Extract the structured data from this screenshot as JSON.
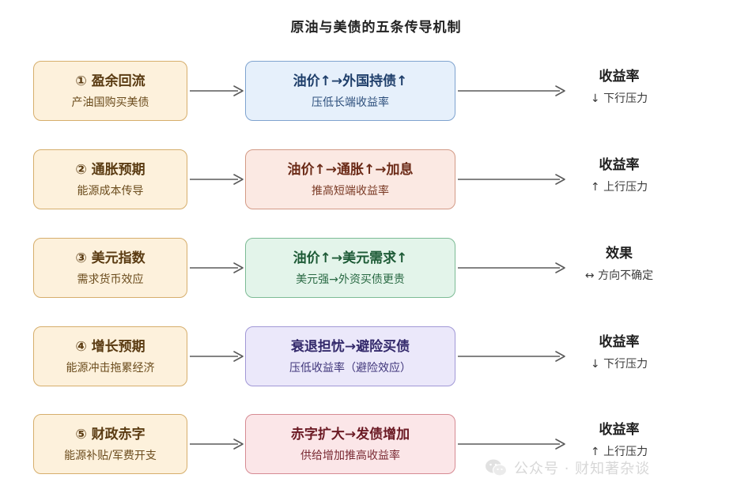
{
  "title": "原油与美债的五条传导机制",
  "rows": [
    {
      "left_title": "① 盈余回流",
      "left_sub": "产油国购买美债",
      "mid_title": "油价↑→外国持债↑",
      "mid_sub": "压低长端收益率",
      "mid_bg": "#e6f0fb",
      "mid_border": "#7fa3cf",
      "mid_title_color": "#1f3f6b",
      "mid_sub_color": "#2d4f7c",
      "out_title": "收益率",
      "out_sub": "↓ 下行压力"
    },
    {
      "left_title": "② 通胀预期",
      "left_sub": "能源成本传导",
      "mid_title": "油价↑→通胀↑→加息",
      "mid_sub": "推高短端收益率",
      "mid_bg": "#fbe9e3",
      "mid_border": "#d39a86",
      "mid_title_color": "#6b2a17",
      "mid_sub_color": "#7a3a25",
      "out_title": "收益率",
      "out_sub": "↑ 上行压力"
    },
    {
      "left_title": "③ 美元指数",
      "left_sub": "需求货币效应",
      "mid_title": "油价↑→美元需求↑",
      "mid_sub": "美元强→外资买债更贵",
      "mid_bg": "#e3f4ea",
      "mid_border": "#7dbb95",
      "mid_title_color": "#1d5a36",
      "mid_sub_color": "#2a6a44",
      "out_title": "效果",
      "out_sub": "↔ 方向不确定"
    },
    {
      "left_title": "④ 增长预期",
      "left_sub": "能源冲击拖累经济",
      "mid_title": "衰退担忧→避险买债",
      "mid_sub": "压低收益率（避险效应）",
      "mid_bg": "#ebe8fa",
      "mid_border": "#a198d6",
      "mid_title_color": "#33296b",
      "mid_sub_color": "#3f357a",
      "out_title": "收益率",
      "out_sub": "↓ 下行压力"
    },
    {
      "left_title": "⑤ 财政赤字",
      "left_sub": "能源补贴/军费开支",
      "mid_title": "赤字扩大→发债增加",
      "mid_sub": "供给增加推高收益率",
      "mid_bg": "#fbe6e8",
      "mid_border": "#d68b93",
      "mid_title_color": "#6b1a24",
      "mid_sub_color": "#7a2a33",
      "out_title": "收益率",
      "out_sub": "↑ 上行压力"
    }
  ],
  "watermark": {
    "icon": "wechat-icon",
    "text": "公众号 · 财知著杂谈"
  }
}
